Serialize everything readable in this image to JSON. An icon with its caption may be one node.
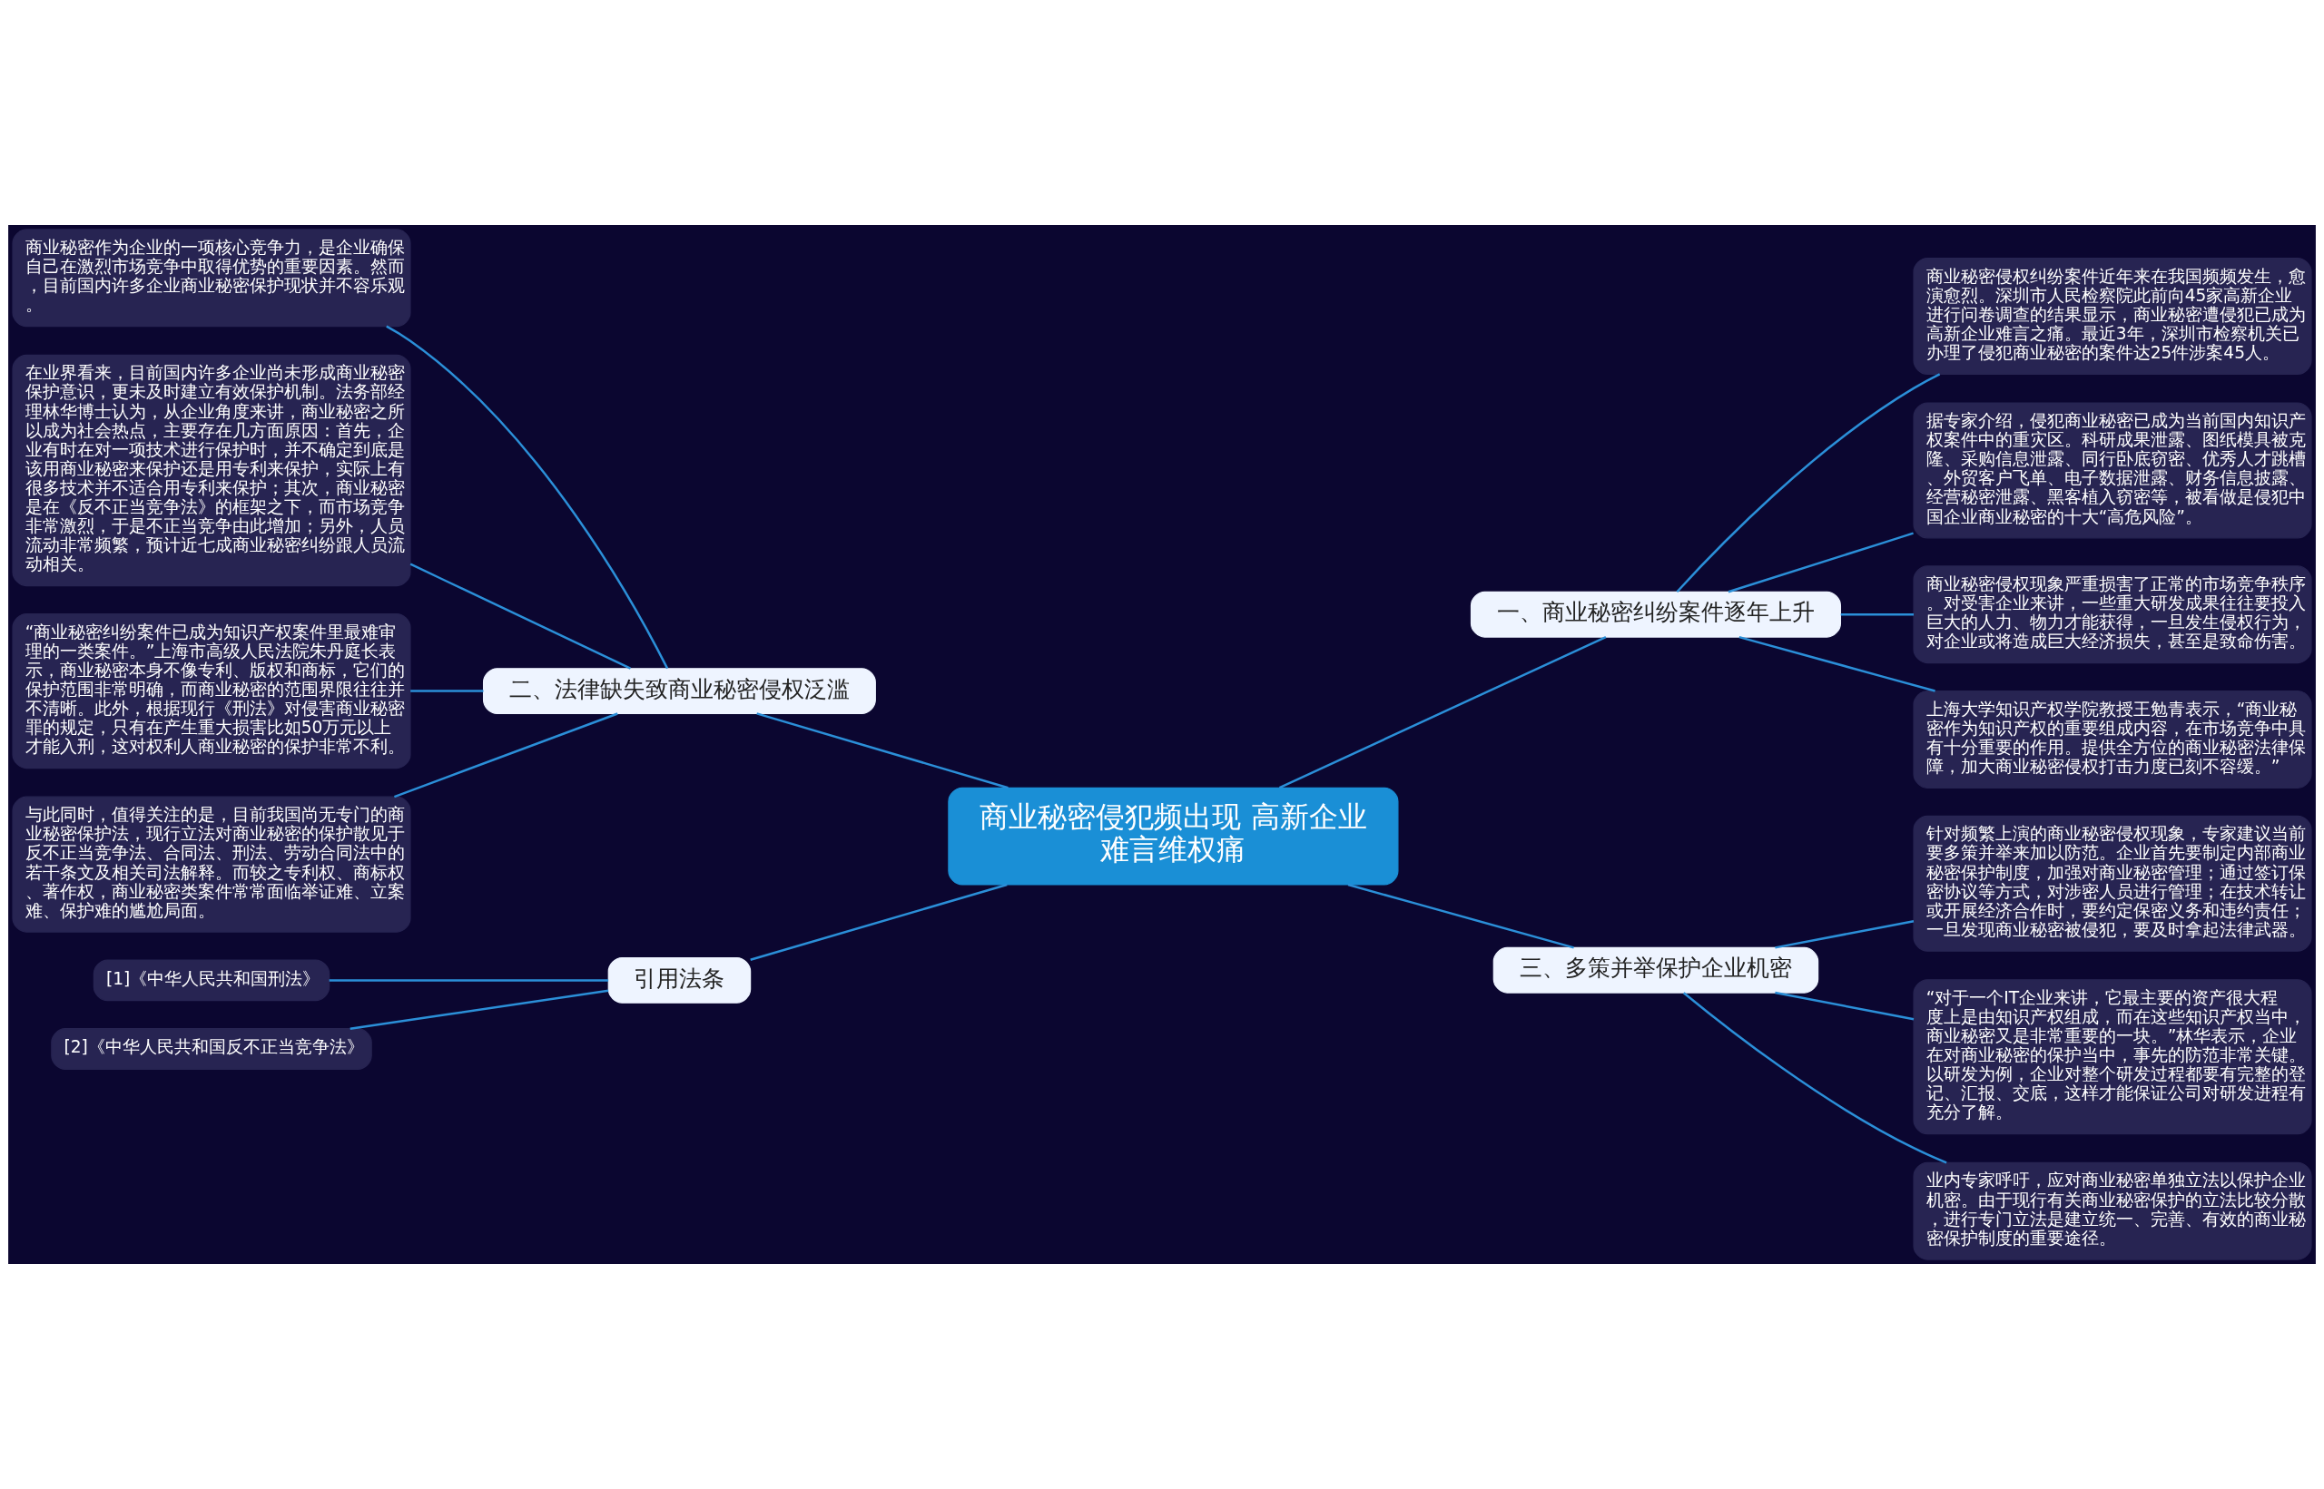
{
  "diagram": {
    "nodes": [
      {
        "text": [
          "商业秘密侵犯频出现 高新企业难言维权痛"
        ]
      },
      {
        "text": [
          "一、商业秘密纠纷案件逐年上升"
        ]
      },
      {
        "text": [
          "商业秘密侵权纠纷案件近年来在我国频频发生，愈演愈烈。深圳市人民检察院此前向45家高新企业进行问卷调查的结果显示，商业秘密遭侵犯已成为高新企业难言之痛。最近3年，深圳市检察机关已办理了侵犯商业秘密的案件达25件涉案45人。"
        ]
      },
      {
        "text": [
          "据专家介绍，侵犯商业秘密已成为当前国内知识产权案件中的重灾区。科研成果泄露、图纸模具被克隆、采购信息泄露、同行卧底窃密、优秀人才跳槽、外贸客户飞单、电子数据泄露、财务信息披露、经营秘密泄露、黑客植入窃密等，被看做是侵犯中国企业商业秘密的十大“高危风险”。"
        ]
      },
      {
        "text": [
          "商业秘密侵权现象严重损害了正常的市场竞争秩序。对受害企业来讲，一些重大研发成果往往要投入巨大的人力、物力才能获得，一旦发生侵权行为，对企业或将造成巨大经济损失，甚至是致命伤害。"
        ]
      },
      {
        "text": [
          "上海大学知识产权学院教授王勉青表示，“商业秘密作为知识产权的重要组成内容，在市场竞争中具有十分重要的作用。提供全方位的商业秘密法律保障，加大商业秘密侵权打击力度已刻不容缓。”"
        ]
      },
      {
        "text": [
          "三、多策并举保护企业机密"
        ]
      },
      {
        "text": [
          "针对频繁上演的商业秘密侵权现象，专家建议当前要多策并举来加以防范。企业首先要制定内部商业秘密保护制度，加强对商业秘密管理；通过签订保密协议等方式，对涉密人员进行管理；在技术转让或开展经济合作时，要约定保密义务和违约责任；一旦发现商业秘密被侵犯，要及时拿起法律武器。"
        ]
      },
      {
        "text": [
          "“对于一个IT企业来讲，它最主要的资产很大程度上是由知识产权组成，而在这些知识产权当中，商业秘密又是非常重要的一块。”林华表示，企业在对商业秘密的保护当中，事先的防范非常关键。以研发为例，企业对整个研发过程都要有完整的登记、汇报、交底，这样才能保证公司对研发进程有充分了解。"
        ]
      },
      {
        "text": [
          "业内专家呼吁，应对商业秘密单独立法以保护企业机密。由于现行有关商业秘密保护的立法比较分散，进行专门立法是建立统一、完善、有效的商业秘密保护制度的重要途径。"
        ]
      },
      {
        "text": [
          "二、法律缺失致商业秘密侵权泛滥"
        ]
      },
      {
        "text": [
          "商业秘密作为企业的一项核心竞争力，是企业确保自己在激烈市场竞争中取得优势的重要因素。然而，目前国内许多企业商业秘密保护现状并不容乐观。"
        ]
      },
      {
        "text": [
          "在业界看来，目前国内许多企业尚未形成商业秘密保护意识，更未及时建立有效保护机制。法务部经理林华博士认为，从企业角度来讲，商业秘密之所以成为社会热点，主要存在几方面原因：首先，企业有时在对一项技术进行保护时，并不确定到底是该用商业秘密来保护还是用专利来保护，实际上有很多技术并不适合用专利来保护；其次，商业秘密是在《反不正当竞争法》的框架之下，而市场竞争非常激烈，于是不正当竞争由此增加；另外，人员流动非常频繁，预计近七成商业秘密纠纷跟人员流动相关。"
        ]
      },
      {
        "text": [
          "“商业秘密纠纷案件已成为知识产权案件里最难审理的一类案件。”上海市高级人民法院朱丹庭长表示，商业秘密本身不像专利、版权和商标，它们的保护范围非常明确，而商业秘密的范围界限往往并不清晰。此外，根据现行《刑法》对侵害商业秘密罪的规定，只有在产生重大损害比如50万元以上才能入刑，这对权利人商业秘密的保护非常不利。"
        ]
      },
      {
        "text": [
          "与此同时，值得关注的是，目前我国尚无专门的商业秘密保护法，现行立法对商业秘密的保护散见于反不正当竞争法、合同法、刑法、劳动合同法中的若干条文及相关司法解释。而较之专利权、商标权、著作权，商业秘密类案件常常面临举证难、立案难、保护难的尴尬局面。"
        ]
      },
      {
        "text": [
          "引用法条"
        ]
      },
      {
        "text": [
          "[1]《中华人民共和国刑法》"
        ]
      },
      {
        "text": [
          "[2]《中华人民共和国反不正当竞争法》"
        ]
      }
    ],
    "edges": [
      {
        "from": 0,
        "to": 1,
        "arrow": "none"
      },
      {
        "from": 1,
        "to": 2,
        "arrow": "none"
      },
      {
        "from": 1,
        "to": 3,
        "arrow": "none"
      },
      {
        "from": 1,
        "to": 4,
        "arrow": "none"
      },
      {
        "from": 1,
        "to": 5,
        "arrow": "none"
      },
      {
        "from": 0,
        "to": 6,
        "arrow": "none"
      },
      {
        "from": 6,
        "to": 7,
        "arrow": "none"
      },
      {
        "from": 6,
        "to": 8,
        "arrow": "none"
      },
      {
        "from": 6,
        "to": 9,
        "arrow": "none"
      },
      {
        "from": 0,
        "to": 10,
        "arrow": "none"
      },
      {
        "from": 10,
        "to": 11,
        "arrow": "none"
      },
      {
        "from": 10,
        "to": 12,
        "arrow": "none"
      },
      {
        "from": 10,
        "to": 13,
        "arrow": "none"
      },
      {
        "from": 10,
        "to": 14,
        "arrow": "none"
      },
      {
        "from": 0,
        "to": 15,
        "arrow": "none"
      },
      {
        "from": 15,
        "to": 16,
        "arrow": "none"
      },
      {
        "from": 15,
        "to": 17,
        "arrow": "none"
      }
    ]
  }
}
